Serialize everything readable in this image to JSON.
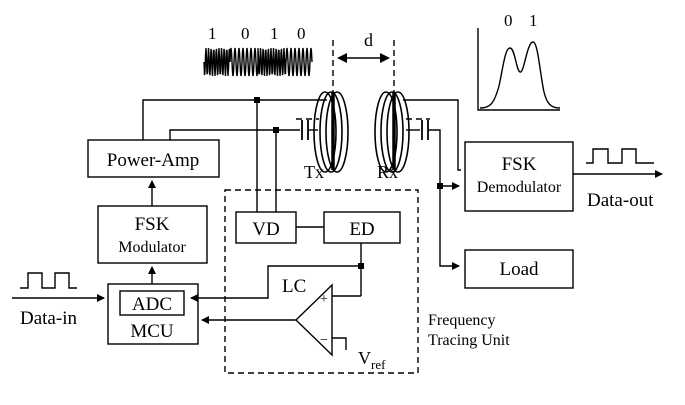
{
  "blocks": {
    "power_amp": "Power-Amp",
    "fsk_mod_line1": "FSK",
    "fsk_mod_line2": "Modulator",
    "adc": "ADC",
    "mcu": "MCU",
    "vd": "VD",
    "ed": "ED",
    "fsk_demod_line1": "FSK",
    "fsk_demod_line2": "Demodulator",
    "load": "Load"
  },
  "labels": {
    "bits": [
      "1",
      "0",
      "1",
      "0"
    ],
    "distance": "d",
    "tx": "Tx",
    "rx": "Rx",
    "lc": "LC",
    "vref_main": "V",
    "vref_sub": "ref",
    "plus": "+",
    "minus": "−",
    "data_in": "Data-in",
    "data_out": "Data-out",
    "ftu_line1": "Frequency",
    "ftu_line2": "Tracing Unit",
    "peaks": [
      "0",
      "1"
    ]
  }
}
